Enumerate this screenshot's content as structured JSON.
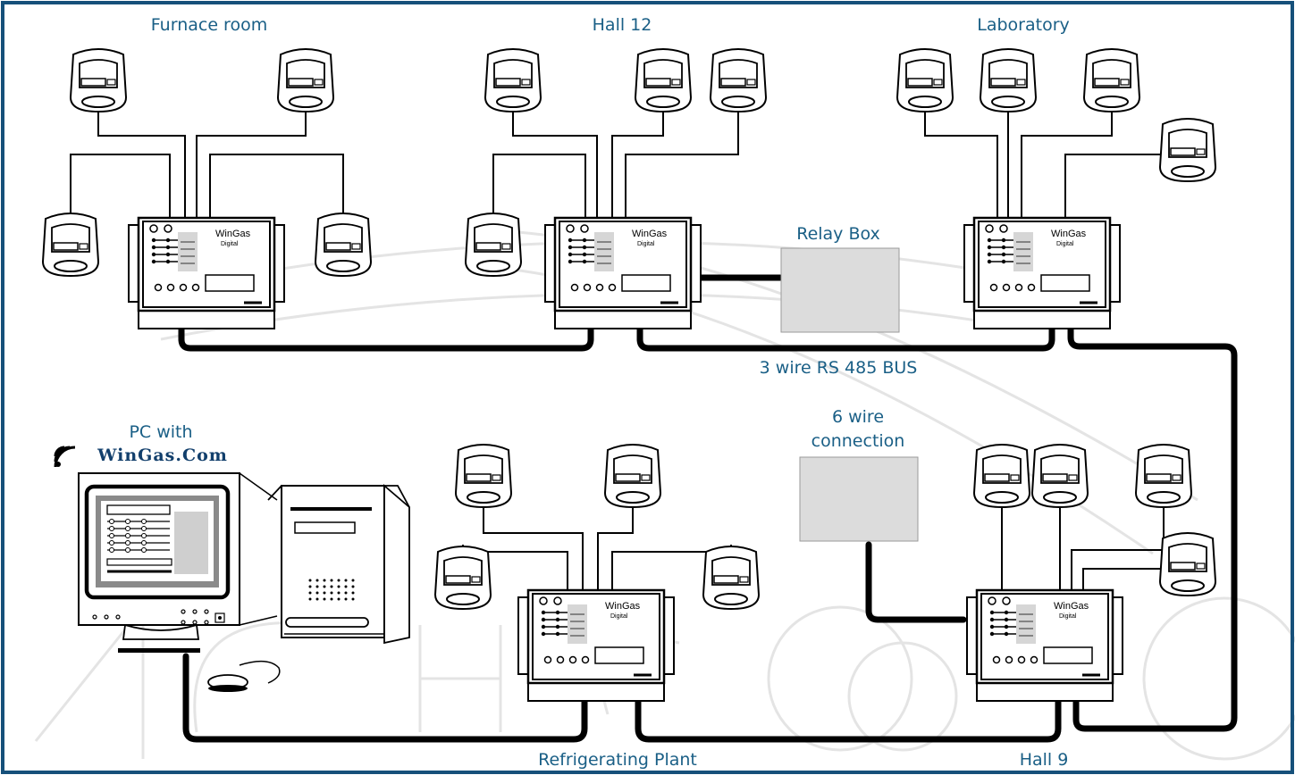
{
  "colors": {
    "frame": "#16507a",
    "label": "#1a5f86",
    "brand": "#123f6c",
    "box_fill": "#dcdcdc",
    "cable": "#000000"
  },
  "labels": {
    "furnace_room": "Furnace room",
    "hall_12": "Hall 12",
    "laboratory": "Laboratory",
    "relay_box": "Relay Box",
    "bus": "3 wire RS 485 BUS",
    "pc_line1": "PC with",
    "pc_line2": "WinGas.Com",
    "six_wire_line1": "6 wire",
    "six_wire_line2": "connection",
    "refrigerating_plant": "Refrigerating Plant",
    "hall_9": "Hall 9"
  },
  "controllers": [
    {
      "id": "furnace",
      "brand": "WinGas",
      "model": "Digital"
    },
    {
      "id": "hall12",
      "brand": "WinGas",
      "model": "Digital"
    },
    {
      "id": "laboratory",
      "brand": "WinGas",
      "model": "Digital"
    },
    {
      "id": "refrigerating",
      "brand": "WinGas",
      "model": "Digital"
    },
    {
      "id": "hall9",
      "brand": "WinGas",
      "model": "Digital"
    }
  ],
  "icons": {
    "connectivity": "wireless-signal-icon",
    "sensor": "gas-sensor-icon",
    "computer": "computer-icon"
  }
}
